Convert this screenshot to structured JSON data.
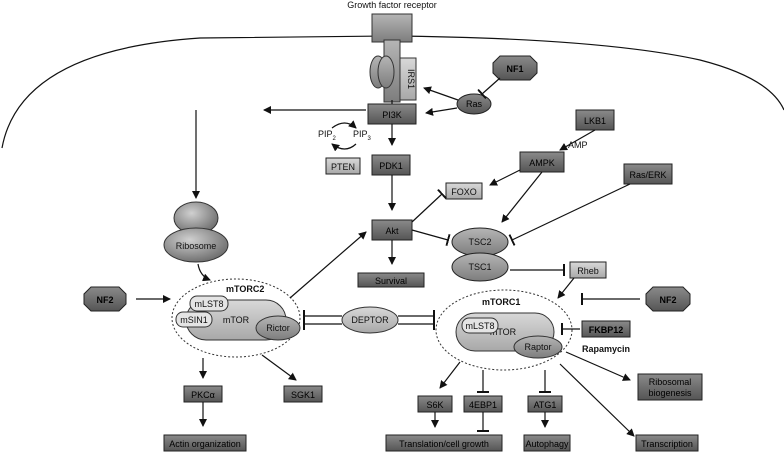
{
  "labels": {
    "receptor_title": "Growth factor receptor",
    "irs1": "IRS1",
    "nf1": "NF1",
    "ras": "Ras",
    "pi3k": "PI3K",
    "pip2_base": "PIP",
    "pip2_sub": "2",
    "pip3_base": "PIP",
    "pip3_sub": "3",
    "pten": "PTEN",
    "pdk1": "PDK1",
    "lkb1": "LKB1",
    "amp": "AMP",
    "ampk": "AMPK",
    "ras_erk": "Ras/ERK",
    "foxo": "FOXO",
    "akt": "Akt",
    "tsc2": "TSC2",
    "tsc1": "TSC1",
    "survival": "Survival",
    "ribosome": "Ribosome",
    "rheb": "Rheb",
    "nf2_left": "NF2",
    "nf2_right": "NF2",
    "mtorc2": "mTORC2",
    "mtorc2_mlst8": "mLST8",
    "mtorc2_msin1": "mSIN1",
    "mtorc2_mtor": "mTOR",
    "rictor": "Rictor",
    "deptor": "DEPTOR",
    "mtorc1": "mTORC1",
    "mtorc1_mlst8": "mLST8",
    "mtorc1_mtor": "mTOR",
    "raptor": "Raptor",
    "fkbp12": "FKBP12",
    "rapamycin": "Rapamycin",
    "pkc": "PKCα",
    "sgk1": "SGK1",
    "s6k": "S6K",
    "4ebp1": "4EBP1",
    "atg1": "ATG1",
    "ribosomal_biogenesis_1": "Ribosomal",
    "ribosomal_biogenesis_2": "biogenesis",
    "actin_organization": "Actin organization",
    "translation_cell_growth": "Translation/cell growth",
    "autophagy": "Autophagy",
    "transcription": "Transcription"
  },
  "colors": {
    "dark_box": "#6e6e6e",
    "light_box": "#bdbdbd",
    "mid_box": "#9c9c9c",
    "outline": "#222222"
  }
}
